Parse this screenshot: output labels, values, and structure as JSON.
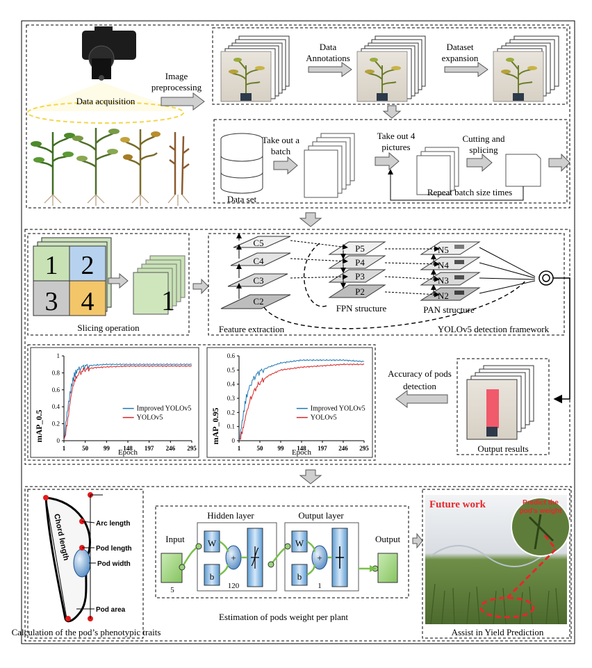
{
  "acquisition": {
    "data_acquisition": "Data acquisition",
    "image_preprocessing_1": "Image",
    "image_preprocessing_2": "preprocessing",
    "data_annotations_1": "Data",
    "data_annotations_2": "Annotations",
    "dataset_expansion_1": "Dataset",
    "dataset_expansion_2": "expansion",
    "take_batch_1": "Take out a",
    "take_batch_2": "batch",
    "take_pictures_1": "Take out 4",
    "take_pictures_2": "pictures",
    "cutting_1": "Cutting and",
    "cutting_2": "splicing",
    "repeat": "Repeat batch size times",
    "data_set": "Data set"
  },
  "detection": {
    "tiles": [
      "1",
      "2",
      "3",
      "4"
    ],
    "slice_single": "1",
    "slicing_operation": "Slicing operation",
    "backbone": [
      "C5",
      "C4",
      "C3",
      "C2"
    ],
    "fpn": [
      "P5",
      "P4",
      "P3",
      "P2"
    ],
    "pan": [
      "N5",
      "N4",
      "N3",
      "N2"
    ],
    "feature_extraction": "Feature extraction",
    "fpn_structure": "FPN structure",
    "pan_structure": "PAN structure",
    "framework": "YOLOv5 detection framework",
    "accuracy_1": "Accuracy of pods",
    "accuracy_2": "detection",
    "output_results": "Output results"
  },
  "chart_data": [
    {
      "type": "line",
      "xlabel": "Epoch",
      "ylabel": "mAP_0.5",
      "xticks": [
        "1",
        "50",
        "99",
        "148",
        "197",
        "246",
        "295"
      ],
      "yticks": [
        "0",
        "0.2",
        "0.4",
        "0.6",
        "0.8",
        "1"
      ],
      "xlim": [
        1,
        295
      ],
      "ylim": [
        0,
        1
      ],
      "legend_position": "center-right",
      "series": [
        {
          "name": "Improved YOLOv5",
          "color": "#1f77b4",
          "x": [
            1,
            5,
            10,
            15,
            20,
            25,
            30,
            40,
            50,
            70,
            99,
            148,
            197,
            246,
            295
          ],
          "y": [
            0.0,
            0.2,
            0.38,
            0.55,
            0.68,
            0.77,
            0.82,
            0.86,
            0.88,
            0.89,
            0.9,
            0.9,
            0.9,
            0.9,
            0.9
          ]
        },
        {
          "name": "YOLOv5",
          "color": "#d62728",
          "x": [
            1,
            5,
            10,
            15,
            20,
            25,
            30,
            40,
            50,
            70,
            99,
            148,
            197,
            246,
            295
          ],
          "y": [
            0.0,
            0.1,
            0.25,
            0.45,
            0.6,
            0.7,
            0.76,
            0.81,
            0.84,
            0.86,
            0.87,
            0.88,
            0.88,
            0.88,
            0.88
          ]
        }
      ]
    },
    {
      "type": "line",
      "xlabel": "Epoch",
      "ylabel": "mAP_0.95",
      "xticks": [
        "1",
        "50",
        "99",
        "148",
        "197",
        "246",
        "295"
      ],
      "yticks": [
        "0",
        "0.1",
        "0.2",
        "0.3",
        "0.4",
        "0.5",
        "0.6"
      ],
      "xlim": [
        1,
        295
      ],
      "ylim": [
        0,
        0.6
      ],
      "legend_position": "center-right",
      "series": [
        {
          "name": "Improved YOLOv5",
          "color": "#1f77b4",
          "x": [
            1,
            5,
            10,
            15,
            20,
            30,
            40,
            50,
            70,
            99,
            148,
            197,
            246,
            295
          ],
          "y": [
            0.0,
            0.07,
            0.16,
            0.26,
            0.33,
            0.41,
            0.46,
            0.49,
            0.52,
            0.55,
            0.57,
            0.57,
            0.57,
            0.56
          ]
        },
        {
          "name": "YOLOv5",
          "color": "#d62728",
          "x": [
            1,
            5,
            10,
            15,
            20,
            30,
            40,
            50,
            70,
            99,
            148,
            197,
            246,
            295
          ],
          "y": [
            0.0,
            0.03,
            0.08,
            0.15,
            0.22,
            0.31,
            0.37,
            0.41,
            0.46,
            0.5,
            0.52,
            0.53,
            0.54,
            0.54
          ]
        }
      ]
    }
  ],
  "estimation": {
    "arc_length": "Arc length",
    "pod_length": "Pod length",
    "pod_width": "Pod width",
    "pod_area": "Pod area",
    "chord_length": "Chord length",
    "calc_caption": "Calculation of  the pod’s phenotypic traits",
    "hidden_layer": "Hidden layer",
    "output_layer": "Output layer",
    "input": "Input",
    "output": "Output",
    "w": "W",
    "b": "b",
    "plus": "+",
    "n_input": "5",
    "n_hidden": "120",
    "n_output": "1",
    "network_caption": "Estimation of pods weight per plant",
    "future_work": "Future work",
    "predict_1": "Predict the",
    "predict_2": "pod’s weight",
    "assist": "Assist in Yield Prediction"
  },
  "colors": {
    "arrow_fill": "#cfcfcf",
    "box_green": "#9bd37a",
    "box_blue": "#b9d4ee",
    "future_red": "#e8262a"
  }
}
